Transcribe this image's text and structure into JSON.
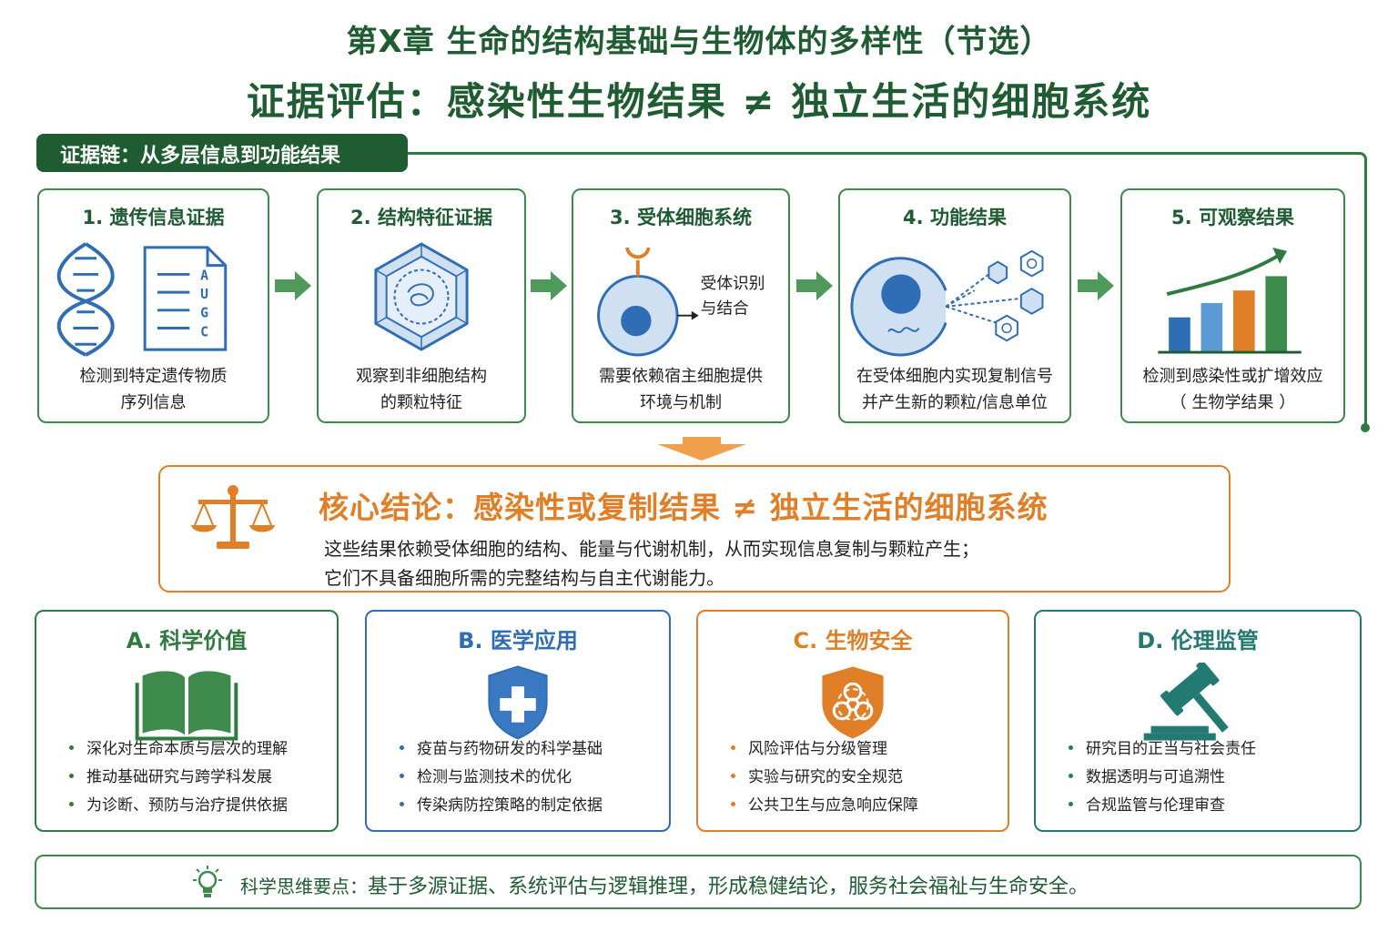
{
  "header": {
    "chapter_title": "第X章  生命的结构基础与生物体的多样性（节选）",
    "main_title": "证据评估：感染性生物结果 ≠ 独立生活的细胞系统"
  },
  "evidence_chain": {
    "label": "证据链：从多层信息到功能结果",
    "steps": [
      {
        "title": "1. 遗传信息证据",
        "desc_line1": "检测到特定遗传物质",
        "desc_line2": "序列信息",
        "icon": "dna-document-icon",
        "icon_text": [
          "A",
          "U",
          "G",
          "C"
        ]
      },
      {
        "title": "2. 结构特征证据",
        "desc_line1": "观察到非细胞结构",
        "desc_line2": "的颗粒特征",
        "icon": "hexagon-particle-icon"
      },
      {
        "title": "3. 受体细胞系统",
        "desc_line1": "需要依赖宿主细胞提供",
        "desc_line2": "环境与机制",
        "icon": "receptor-cell-icon",
        "icon_label_line1": "受体识别",
        "icon_label_line2": "与结合"
      },
      {
        "title": "4. 功能结果",
        "desc_line1": "在受体细胞内实现复制信号",
        "desc_line2": "并产生新的颗粒/信息单位",
        "icon": "cell-release-icon"
      },
      {
        "title": "5. 可观察结果",
        "desc_line1": "检测到感染性或扩增效应",
        "desc_line2": "（ 生物学结果 ）",
        "icon": "growth-chart-icon"
      }
    ]
  },
  "core": {
    "title": "核心结论：感染性或复制结果 ≠ 独立生活的细胞系统",
    "line1": "这些结果依赖受体细胞的结构、能量与代谢机制，从而实现信息复制与颗粒产生；",
    "line2": "它们不具备细胞所需的完整结构与自主代谢能力。",
    "icon": "balance-scale-icon"
  },
  "cards": [
    {
      "title": "A. 科学价值",
      "color": "#2f7a3f",
      "icon": "open-book-icon",
      "items": [
        "深化对生命本质与层次的理解",
        "推动基础研究与跨学科发展",
        "为诊断、预防与治疗提供依据"
      ]
    },
    {
      "title": "B. 医学应用",
      "color": "#2f6db5",
      "icon": "medical-shield-icon",
      "items": [
        "疫苗与药物研发的科学基础",
        "检测与监测技术的优化",
        "传染病防控策略的制定依据"
      ]
    },
    {
      "title": "C. 生物安全",
      "color": "#e07f27",
      "icon": "biohazard-shield-icon",
      "items": [
        "风险评估与分级管理",
        "实验与研究的安全规范",
        "公共卫生与应急响应保障"
      ]
    },
    {
      "title": "D. 伦理监管",
      "color": "#237a73",
      "icon": "gavel-icon",
      "items": [
        "研究目的正当与社会责任",
        "数据透明与可追溯性",
        "合规监管与伦理审查"
      ]
    }
  ],
  "footer": {
    "lead": "科学思维要点：",
    "text": "基于多源证据、系统评估与逻辑推理，形成稳健结论，服务社会福祉与生命安全。",
    "icon": "lightbulb-icon"
  }
}
